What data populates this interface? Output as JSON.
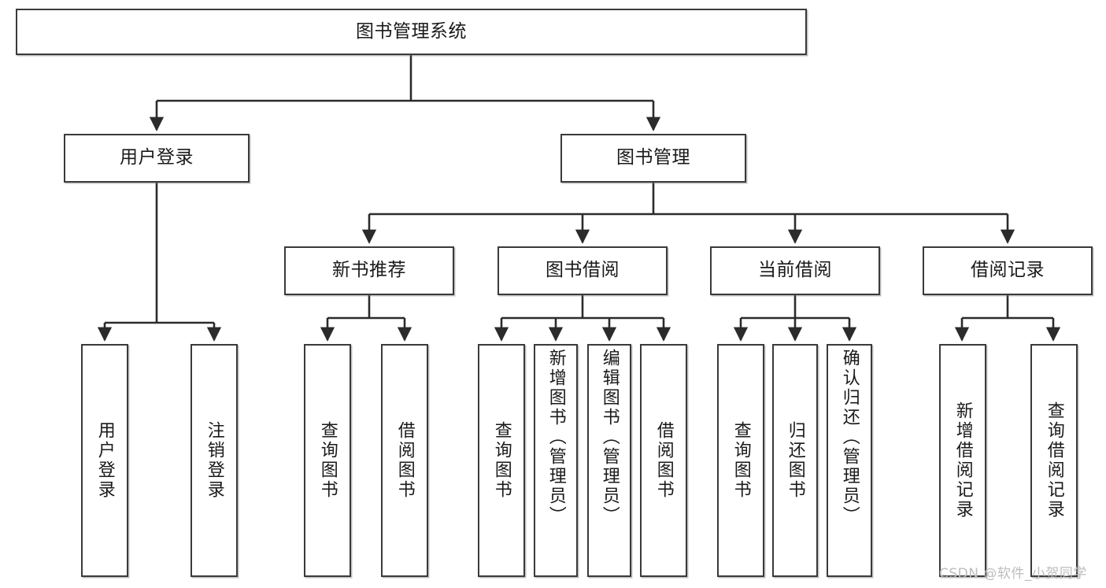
{
  "diagram": {
    "title": "图书管理系统",
    "type": "tree",
    "watermark": "CSDN @软件_小贺同学",
    "colors": {
      "box_border": "#3a3a3a",
      "box_fill": "#ffffff",
      "edge": "#2b2b2b",
      "text": "#1a1a1a",
      "watermark": "#bdbdbd",
      "background": "#ffffff"
    },
    "root": {
      "label": "图书管理系统"
    },
    "level2": [
      {
        "label": "用户登录"
      },
      {
        "label": "图书管理"
      }
    ],
    "level3": [
      {
        "label": "新书推荐"
      },
      {
        "label": "图书借阅"
      },
      {
        "label": "当前借阅"
      },
      {
        "label": "借阅记录"
      }
    ],
    "leaves": {
      "user_login": [
        {
          "label": "用户登录"
        },
        {
          "label": "注销登录"
        }
      ],
      "new_book_recommend": [
        {
          "label": "查询图书"
        },
        {
          "label": "借阅图书"
        }
      ],
      "book_borrow": [
        {
          "label": "查询图书"
        },
        {
          "label": "新增图书（管理员）"
        },
        {
          "label": "编辑图书（管理员）"
        },
        {
          "label": "借阅图书"
        }
      ],
      "current_borrow": [
        {
          "label": "查询图书"
        },
        {
          "label": "归还图书"
        },
        {
          "label": "确认归还（管理员）"
        }
      ],
      "borrow_record": [
        {
          "label": "新增借阅记录"
        },
        {
          "label": "查询借阅记录"
        }
      ]
    }
  }
}
